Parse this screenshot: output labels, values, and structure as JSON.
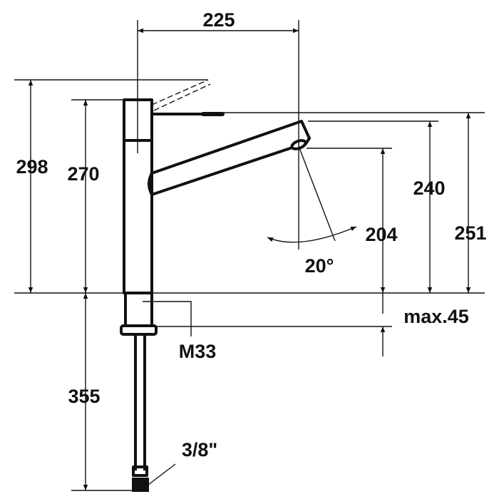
{
  "drawing": {
    "labels": {
      "spout_reach": "225",
      "total_height": "298",
      "body_height": "270",
      "spout_height": "240",
      "outlet_height": "204",
      "max_height": "251",
      "swivel_angle": "20°",
      "max_deck_thickness": "max.45",
      "thread": "M33",
      "hose_length": "355",
      "connection": "3/8\""
    },
    "line_color": "#111111",
    "background": "#ffffff"
  }
}
